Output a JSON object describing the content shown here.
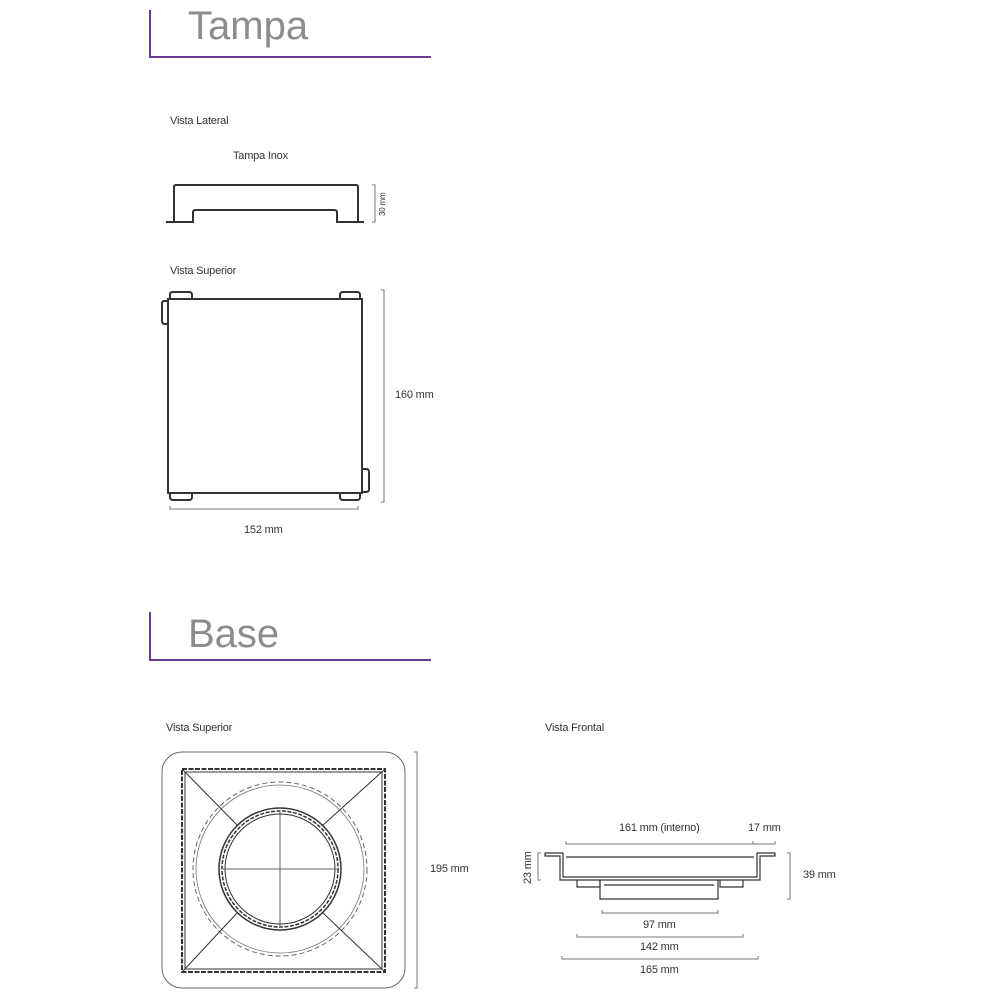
{
  "accent_color": "#6b3a8c",
  "tampa": {
    "title": "Tampa",
    "lateral": {
      "label": "Vista Lateral",
      "part": "Tampa Inox",
      "height_dim": "30 mm"
    },
    "superior": {
      "label": "Vista Superior",
      "height_dim": "160 mm",
      "width_dim": "152 mm"
    }
  },
  "base": {
    "title": "Base",
    "superior": {
      "label": "Vista Superior",
      "height_dim": "195 mm"
    },
    "frontal": {
      "label": "Vista Frontal",
      "internal_dim": "161 mm (interno)",
      "flange_dim": "17 mm",
      "height_dim": "39 mm",
      "basin_dim": "23 mm",
      "outlet_dim": "97 mm",
      "mid_dim": "142 mm",
      "total_dim": "165 mm"
    }
  }
}
